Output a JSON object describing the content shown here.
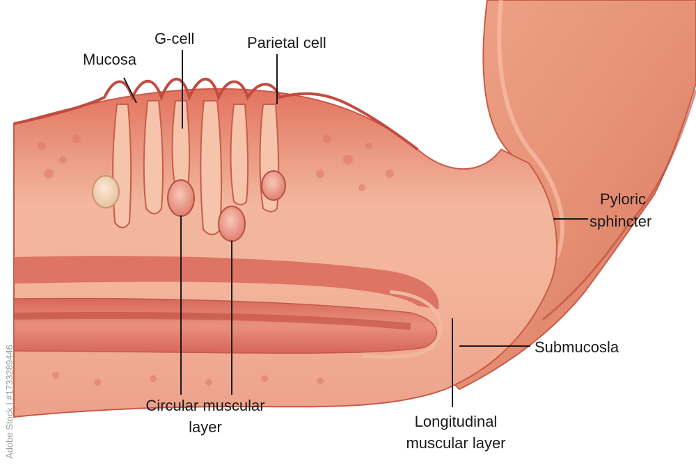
{
  "labels": {
    "mucosa": "Mucosa",
    "g_cell": "G-cell",
    "parietal_cell": "Parietal cell",
    "pyloric_sphincter_line1": "Pyloric",
    "pyloric_sphincter_line2": "sphincter",
    "submucosa": "Submucosla",
    "circular_line1": "Circular muscular",
    "circular_line2": "layer",
    "longitudinal_line1": "Longitudinal",
    "longitudinal_line2": "muscular layer"
  },
  "watermark": "Adobe Stock | #1733289446",
  "colors": {
    "background": "#ffffff",
    "tissue_light": "#f3b49a",
    "tissue_mid": "#e88b70",
    "tissue_dark": "#cf5a48",
    "muscle_band": "#d8685a",
    "cell_fill": "#f2a08e",
    "pale_cell": "#f6dcc0",
    "leader_line": "#1a1a1a"
  }
}
